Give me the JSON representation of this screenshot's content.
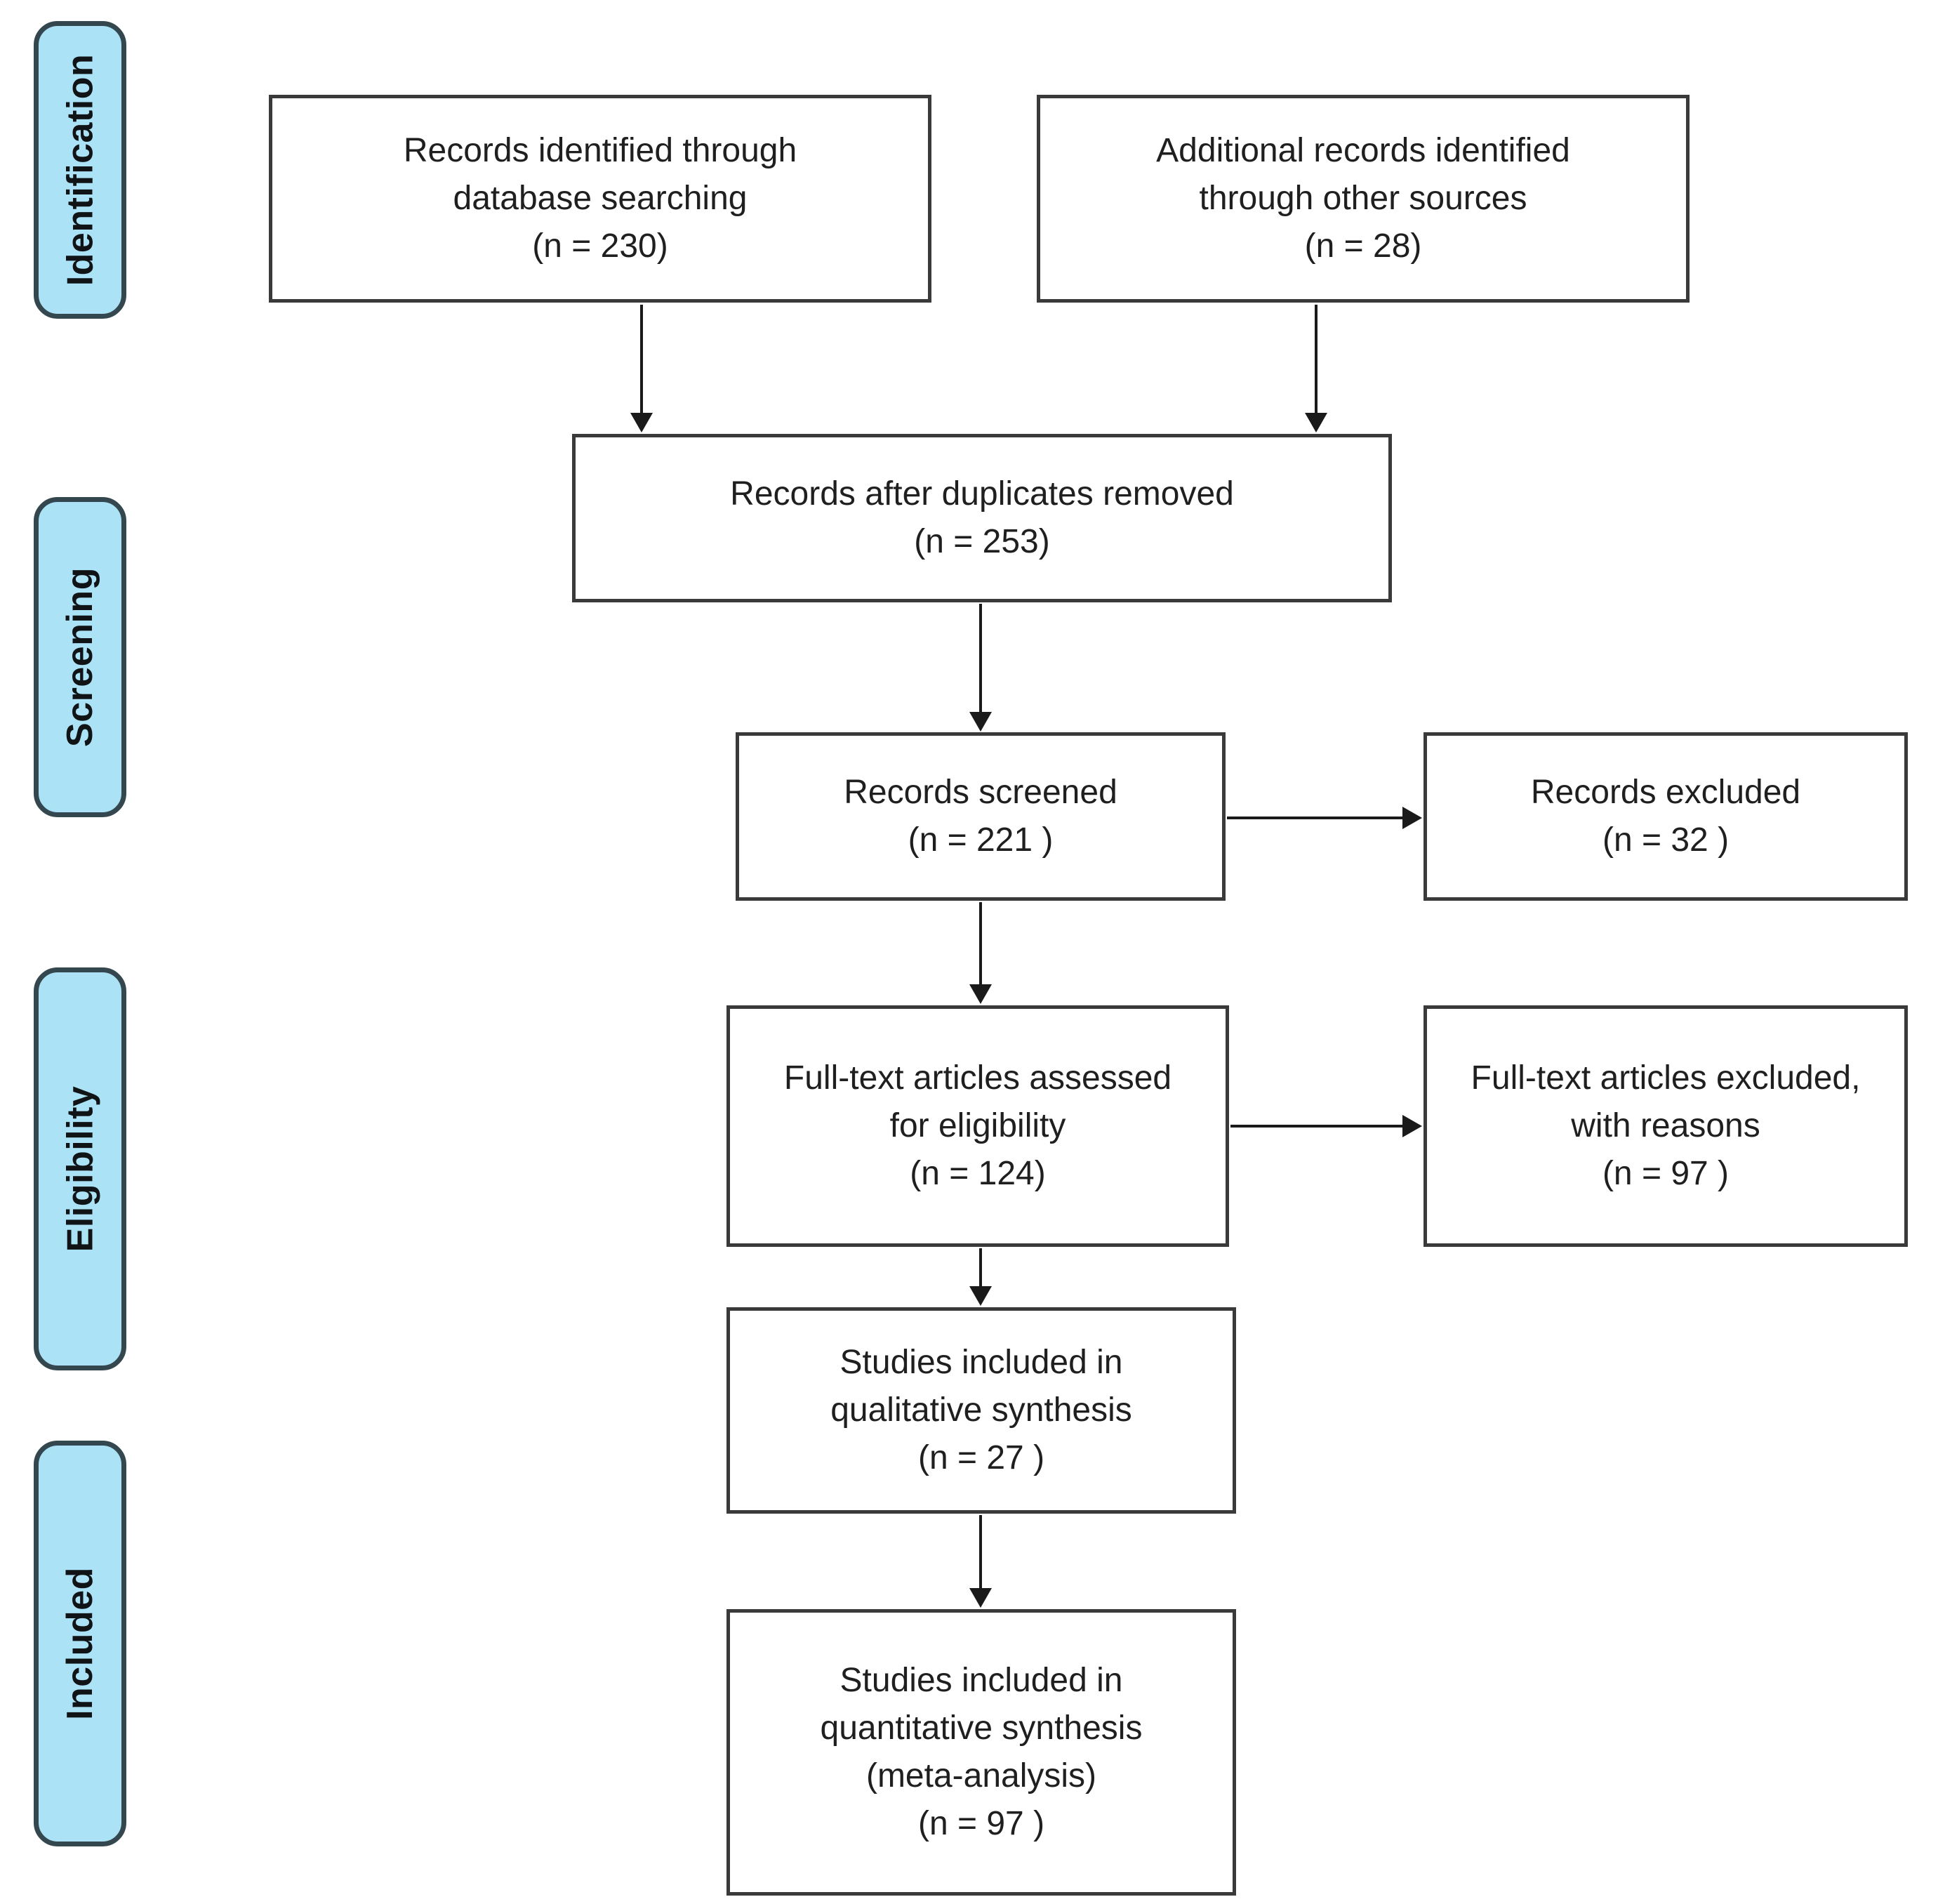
{
  "diagram": {
    "kind": "PRISMA flow diagram",
    "stages": [
      {
        "id": "identification",
        "label": "Identification"
      },
      {
        "id": "screening",
        "label": "Screening"
      },
      {
        "id": "eligibility",
        "label": "Eligibility"
      },
      {
        "id": "included",
        "label": "Included"
      }
    ],
    "boxes": {
      "records_identified": {
        "text": "Records identified through\ndatabase searching\n(n = 230)",
        "n": 230
      },
      "additional_records": {
        "text": "Additional records identified\nthrough other sources\n(n = 28)",
        "n": 28
      },
      "after_duplicates": {
        "text": "Records after duplicates removed\n(n = 253)",
        "n": 253
      },
      "records_screened": {
        "text": "Records screened\n(n = 221 )",
        "n": 221
      },
      "records_excluded": {
        "text": "Records excluded\n(n = 32 )",
        "n": 32
      },
      "fulltext_assessed": {
        "text": "Full-text articles assessed\nfor eligibility\n(n = 124)",
        "n": 124
      },
      "fulltext_excluded": {
        "text": "Full-text articles excluded,\nwith reasons\n(n = 97 )",
        "n": 97
      },
      "qualitative_included": {
        "text": "Studies included in\nqualitative synthesis\n(n = 27 )",
        "n": 27
      },
      "quantitative_included": {
        "text": "Studies included in\nquantitative synthesis\n(meta-analysis)\n(n = 97 )",
        "n": 97
      }
    },
    "edges": [
      {
        "from": "records_identified",
        "to": "after_duplicates"
      },
      {
        "from": "additional_records",
        "to": "after_duplicates"
      },
      {
        "from": "after_duplicates",
        "to": "records_screened"
      },
      {
        "from": "records_screened",
        "to": "records_excluded"
      },
      {
        "from": "records_screened",
        "to": "fulltext_assessed"
      },
      {
        "from": "fulltext_assessed",
        "to": "fulltext_excluded"
      },
      {
        "from": "fulltext_assessed",
        "to": "qualitative_included"
      },
      {
        "from": "qualitative_included",
        "to": "quantitative_included"
      }
    ]
  },
  "colors": {
    "stage_fill": "#abe2f6",
    "stage_border": "#34474f",
    "box_fill": "#ffffff",
    "box_border": "#3a3a3a",
    "arrow": "#1a1a1a",
    "text": "#1f1f1f",
    "background": "#ffffff"
  }
}
